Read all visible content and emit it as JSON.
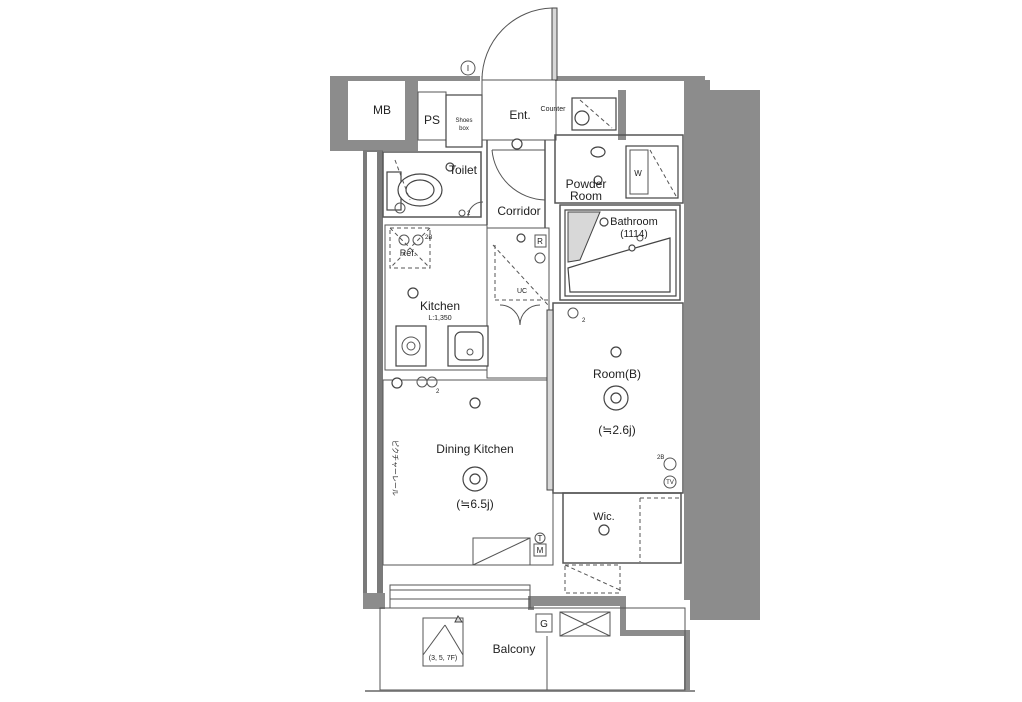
{
  "rooms": {
    "mb": "MB",
    "ps": "PS",
    "shoe_box_line1": "Shoes",
    "shoe_box_line2": "box",
    "entrance": "Ent.",
    "counter": "Counter",
    "toilet": "Toilet",
    "powder_room_line1": "Powder",
    "powder_room_line2": "Room",
    "washer": "W",
    "corridor": "Corridor",
    "bathroom": "Bathroom",
    "bathroom_size": "(1114)",
    "refrigerator": "Ref.",
    "kitchen": "Kitchen",
    "kitchen_length": "L:1,350",
    "uc": "UC",
    "room_b": "Room(B)",
    "room_b_size": "(≒2.6j)",
    "dining_kitchen": "Dining Kitchen",
    "dining_kitchen_size": "(≒6.5j)",
    "wic": "Wic.",
    "balcony": "Balcony",
    "balcony_note": "(3, 5, 7F)",
    "gas_meter": "G",
    "picture_rail": "ピクチャーレール"
  },
  "symbols": {
    "intercom": "I",
    "outlet_r": "R",
    "outlet_t": "T",
    "outlet_m": "M",
    "tv": "TV",
    "dimmer_2": "2",
    "dimmer_2b": "2",
    "dimmer_2c": "2",
    "outlet_2b": "2B",
    "outlet_2b_k": "2B"
  }
}
